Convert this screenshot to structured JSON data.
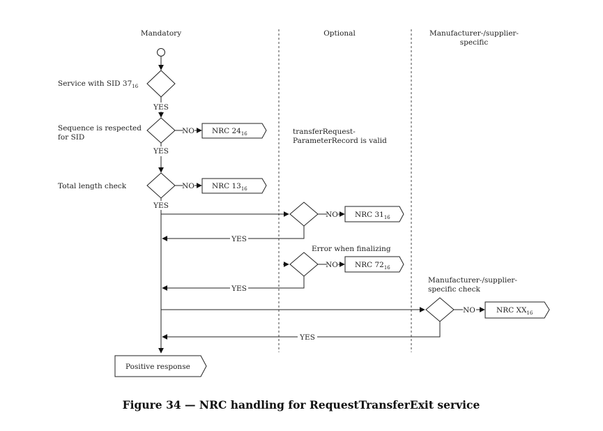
{
  "columns": {
    "mandatory": "Mandatory",
    "optional": "Optional",
    "manufacturer_line1": "Manufacturer-/supplier-",
    "manufacturer_line2": "specific"
  },
  "checks": {
    "sid": {
      "label": "Service with SID 37",
      "label_sub": "16"
    },
    "sequence": {
      "label_line1": "Sequence is respected",
      "label_line2": "for SID"
    },
    "length": {
      "label": "Total length check"
    },
    "param": {
      "label_line1": "transferRequest-",
      "label_line2": "ParameterRecord is valid"
    },
    "finalize": {
      "label": "Error when finalizing"
    },
    "manufacturer": {
      "label_line1": "Manufacturer-/supplier-",
      "label_line2": "specific check"
    }
  },
  "branch_labels": {
    "yes": "YES",
    "no": "NO"
  },
  "nrc": {
    "n24": {
      "label": "NRC 24",
      "sub": "16"
    },
    "n13": {
      "label": "NRC 13",
      "sub": "16"
    },
    "n31": {
      "label": "NRC 31",
      "sub": "16"
    },
    "n72": {
      "label": "NRC 72",
      "sub": "16"
    },
    "nxx": {
      "label": "NRC XX",
      "sub": "16"
    }
  },
  "positive_response": "Positive response",
  "caption": "Figure 34 — NRC handling for RequestTransferExit service"
}
